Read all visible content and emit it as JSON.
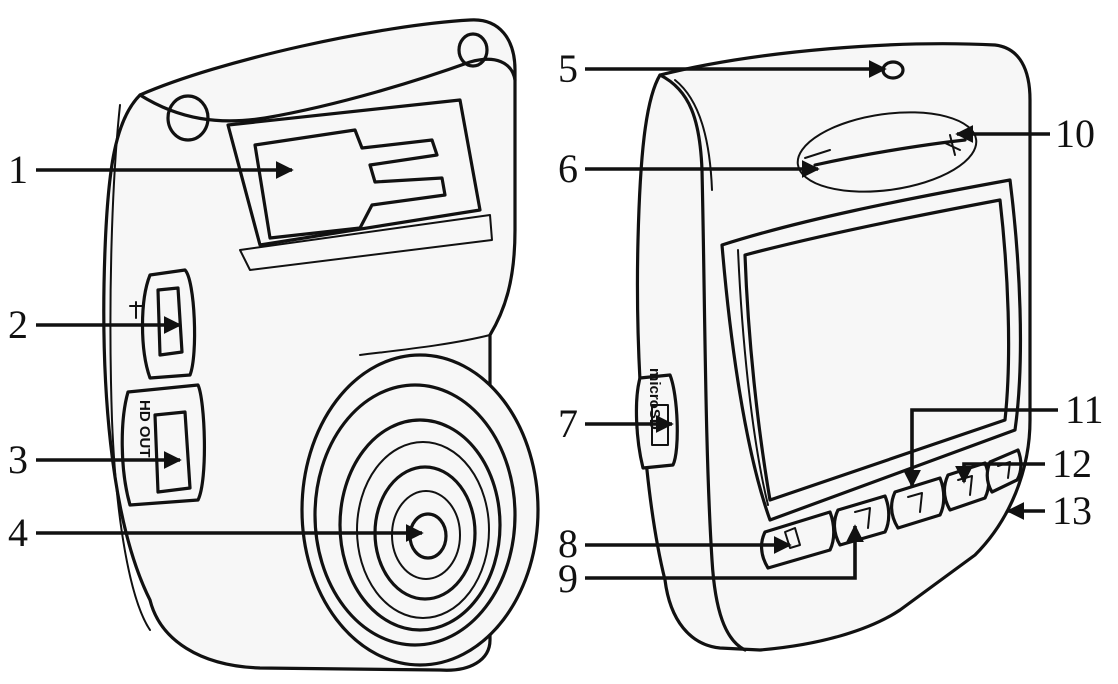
{
  "figure": {
    "left_view": {
      "callouts": [
        "1",
        "2",
        "3",
        "4"
      ],
      "port_text": "HD OUT"
    },
    "right_view": {
      "callouts": [
        "5",
        "6",
        "7",
        "8",
        "9",
        "10",
        "11",
        "12",
        "13"
      ],
      "side_text": "microSD"
    }
  }
}
